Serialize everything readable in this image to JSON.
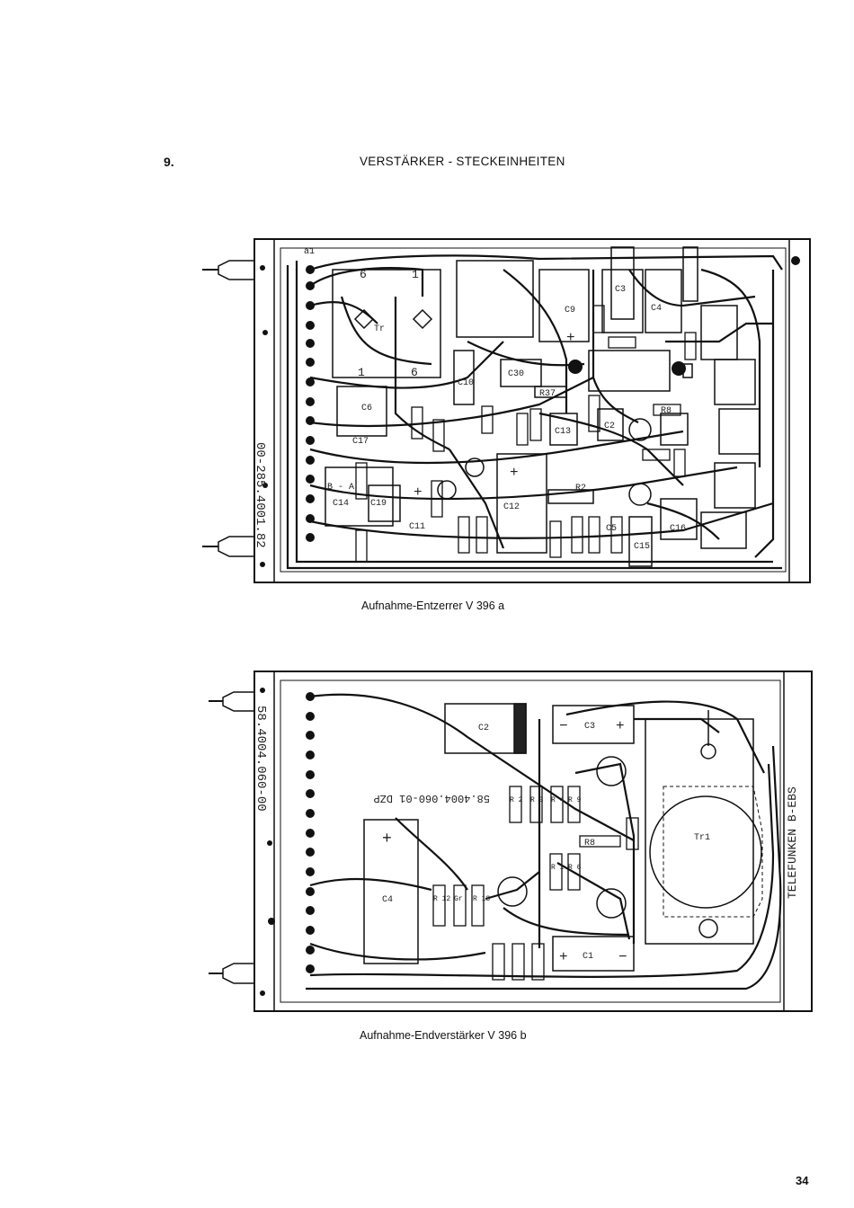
{
  "section": {
    "number": "9.",
    "title": "VERSTÄRKER - STECKEINHEITEN"
  },
  "boards": [
    {
      "caption": "Aufnahme-Entzerrer  V 396 a",
      "part_number": "00-285.4001.82",
      "labels": {
        "a1": "a1",
        "pin6": "6",
        "pin1": "1",
        "tr": "Tr",
        "pin1b": "1",
        "pin6b": "6",
        "c6": "C6",
        "c17": "C17",
        "ba": "B - A",
        "c14": "C14",
        "c19": "C19",
        "c10": "C10",
        "c30": "C30",
        "r37": "R37",
        "c9": "C9",
        "c3": "C3",
        "c4": "C4",
        "c13": "C13",
        "c2": "C2",
        "r8": "R8",
        "r2": "R2",
        "c12": "C12",
        "c5": "C5",
        "c16": "C16",
        "c15": "C15",
        "c11": "C11",
        "plus1": "+",
        "plus2": "+",
        "plus3": "+"
      }
    },
    {
      "caption": "Aufnahme-Endverstärker  V 396 b",
      "part_number": "58.4004.060-00",
      "labels": {
        "c2": "C2",
        "c3": "C3",
        "c4": "C4",
        "c1": "C1",
        "tr1": "Tr1",
        "r8": "R8",
        "mirror": "58.4004.060-01 DZP",
        "brand": "TELEFUNKEN  B-EBS",
        "r2": "R 2",
        "r3": "R 3",
        "r4": "R 4",
        "r9": "R 9",
        "r1": "R 1",
        "r6": "R 6",
        "r12": "R 12",
        "gr": "Gr",
        "r13": "R 13",
        "plus1": "+",
        "plus2": "+",
        "plus3": "+",
        "minus1": "−",
        "minus2": "−"
      }
    }
  ],
  "page_number": "34"
}
